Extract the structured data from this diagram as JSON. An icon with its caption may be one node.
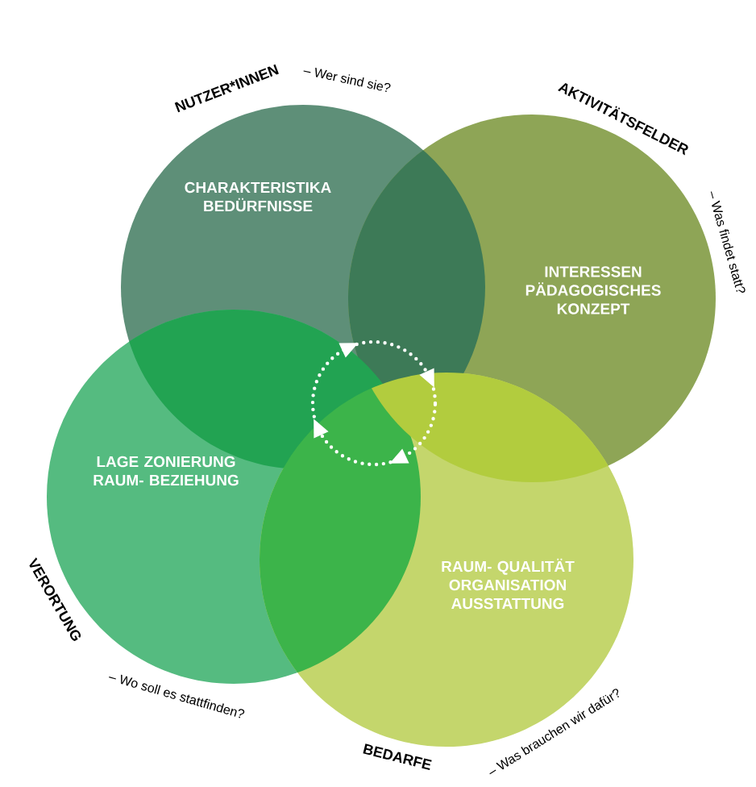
{
  "diagram": {
    "nodes": [
      {
        "text": [
          "NUTZER*INNEN",
          "– Wer sind sie?",
          "CHARAKTERISTIKA BEDÜRFNISSE"
        ]
      },
      {
        "text": [
          "AKTIVITÄTSFELDER",
          "– Was findet statt?",
          "INTERESSEN PÄDAGOGISCHES KONZEPT"
        ]
      },
      {
        "text": [
          "VERORTUNG",
          "– Wo soll es stattfinden?",
          "LAGE ZONIERUNG RAUM- BEZIEHUNG"
        ]
      },
      {
        "text": [
          "BEDARFE",
          "– Was brauchen wir dafür?",
          "RAUM- QUALITÄT ORGANISATION AUSSTATTUNG"
        ]
      }
    ]
  }
}
